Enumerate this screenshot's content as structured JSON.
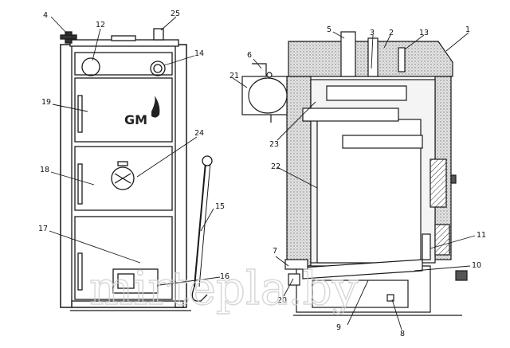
{
  "diagram": {
    "left_view_labels": [
      "4",
      "12",
      "25",
      "14",
      "19",
      "24",
      "18",
      "15",
      "17",
      "16"
    ],
    "right_view_labels": [
      "5",
      "3",
      "2",
      "13",
      "1",
      "6",
      "21",
      "23",
      "22",
      "7",
      "20",
      "11",
      "10",
      "9",
      "8"
    ],
    "logo_text": "GM",
    "watermark": "mirtepla.by"
  },
  "colors": {
    "line": "#1a1a1a",
    "insulation": "#c8c8c8",
    "water_jacket": "#f4f4f4",
    "watermark": "#cfcfcf"
  }
}
